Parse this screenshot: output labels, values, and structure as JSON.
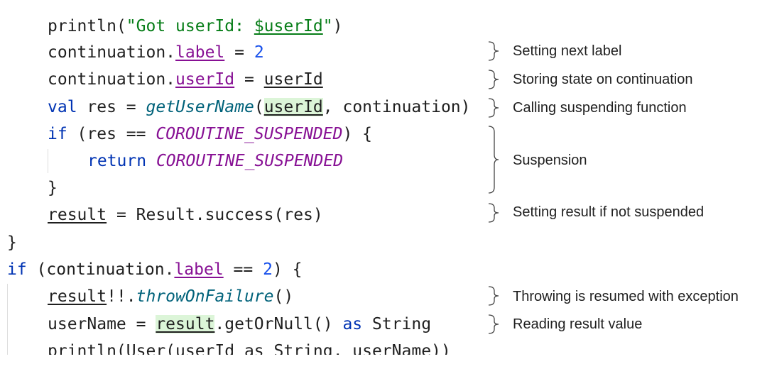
{
  "code_lines": [
    "println(\"Got userId: $userId\")",
    "continuation.label = 2",
    "continuation.userId = userId",
    "val res = getUserName(userId, continuation)",
    "if (res == COROUTINE_SUSPENDED) {",
    "return COROUTINE_SUSPENDED",
    "}",
    "result = Result.success(res)",
    "}",
    "if (continuation.label == 2) {",
    "result!!.throwOnFailure()",
    "userName = result.getOrNull() as String",
    "println(User(userId as String, userName))"
  ],
  "tokens": {
    "println": "println",
    "got_userid_str": "\"Got userId: ",
    "dollar_userid": "$userId",
    "str_close": "\"",
    "continuation": "continuation",
    "dot": ".",
    "label": "label",
    "eq": " = ",
    "two": "2",
    "userId": "userId",
    "val": "val",
    "res": "res",
    "getUserName": "getUserName",
    "if": "if",
    "eqeq": " == ",
    "coroutine_suspended": "COROUTINE_SUSPENDED",
    "return": "return",
    "result": "result",
    "result_success": "Result.success(res)",
    "throwOnFailure": "throwOnFailure",
    "userName": "userName",
    "getOrNull": ".getOrNull() ",
    "as": "as",
    "String": "String",
    "User": "User"
  },
  "annotations": [
    "Setting next label",
    "Storing state on continuation",
    "Calling suspending function",
    "Suspension",
    "Setting result if not suspended",
    "Throwing is resumed with exception",
    "Reading result value"
  ],
  "colors": {
    "keyword": "#0033b3",
    "number": "#1750eb",
    "string": "#067d17",
    "function": "#00627a",
    "constant": "#871094",
    "highlight": "#dcf5d8"
  }
}
